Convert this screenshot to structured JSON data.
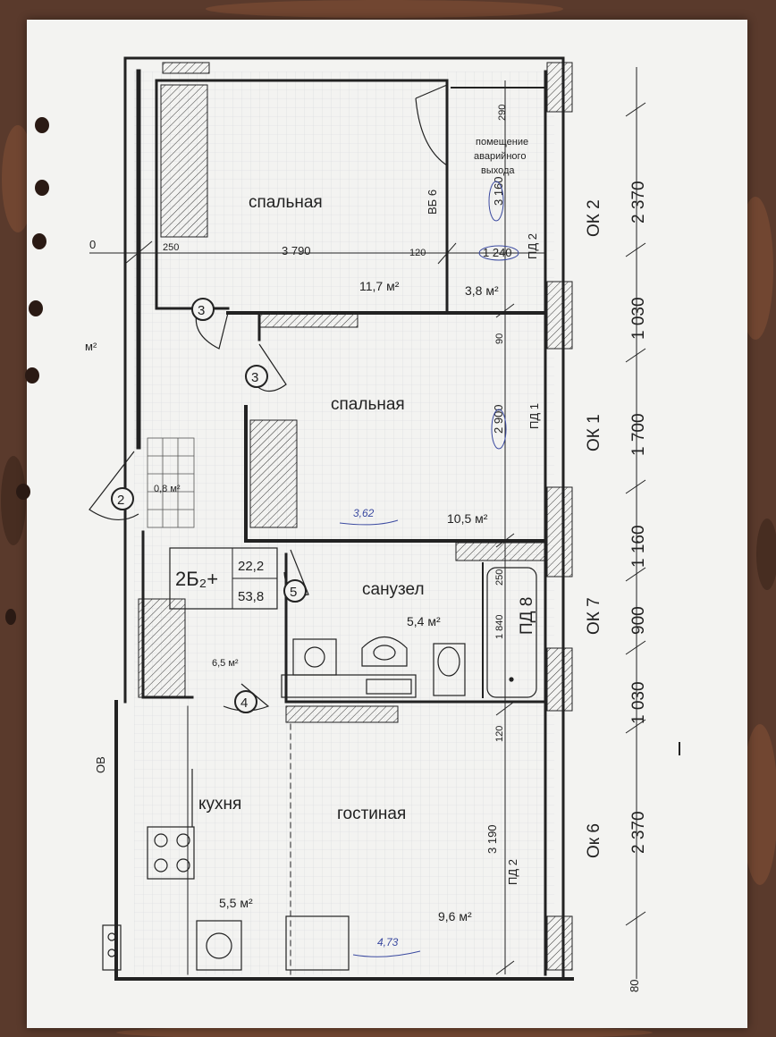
{
  "rooms": {
    "bedroom1": {
      "label": "спальная",
      "area": "11,7 м²"
    },
    "emergency": {
      "label_line1": "помещение",
      "label_line2": "аварийного",
      "label_line3": "выхода",
      "area": "3,8 м²"
    },
    "bedroom2": {
      "label": "спальная",
      "area": "10,5 м²"
    },
    "hall_small": {
      "area": "0,8 м²"
    },
    "hall": {
      "area": "6,5 м²"
    },
    "bathroom": {
      "label": "санузел",
      "area": "5,4 м²"
    },
    "kitchen": {
      "label": "кухня",
      "area": "5,5 м²"
    },
    "living": {
      "label": "гостиная",
      "area": "9,6 м²"
    }
  },
  "apartment": {
    "type": "2Б₂+",
    "living_area": "22,2",
    "total_area": "53,8"
  },
  "door_tags": [
    "3",
    "3",
    "2",
    "5",
    "4"
  ],
  "inner_dims": {
    "d250": "250",
    "d3790": "3 790",
    "d120a": "120",
    "d1240": "1 240",
    "d290": "290",
    "d3160": "3 160",
    "d90": "90",
    "d2900": "2 900",
    "d250b": "250",
    "d1840": "1 840",
    "d120b": "120",
    "d3190": "3 190",
    "d80": "80",
    "left_mark": "0"
  },
  "window_tags": {
    "ok2": "ОК 2",
    "pd2a": "ПД 2",
    "vb6": "ВБ 6",
    "pd1": "ПД 1",
    "ok1": "ОК 1",
    "ok7": "ОК 7",
    "pd8": "ПД 8",
    "pd2b": "ПД 2",
    "ok6": "Ок 6",
    "ov": "ОВ",
    "m2": "м²"
  },
  "outer_dims": [
    "2 370",
    "1 030",
    "1 700",
    "1 160",
    "900",
    "1 030",
    "2 370"
  ],
  "handwritten": {
    "bedroom_width": "3,62",
    "living_width": "4,73"
  },
  "colors": {
    "paper": "#f3f3f1",
    "ink": "#222222",
    "grid": "#cfd3d6",
    "carpet": "#5a3a2c",
    "pen": "#3b4aa0"
  }
}
